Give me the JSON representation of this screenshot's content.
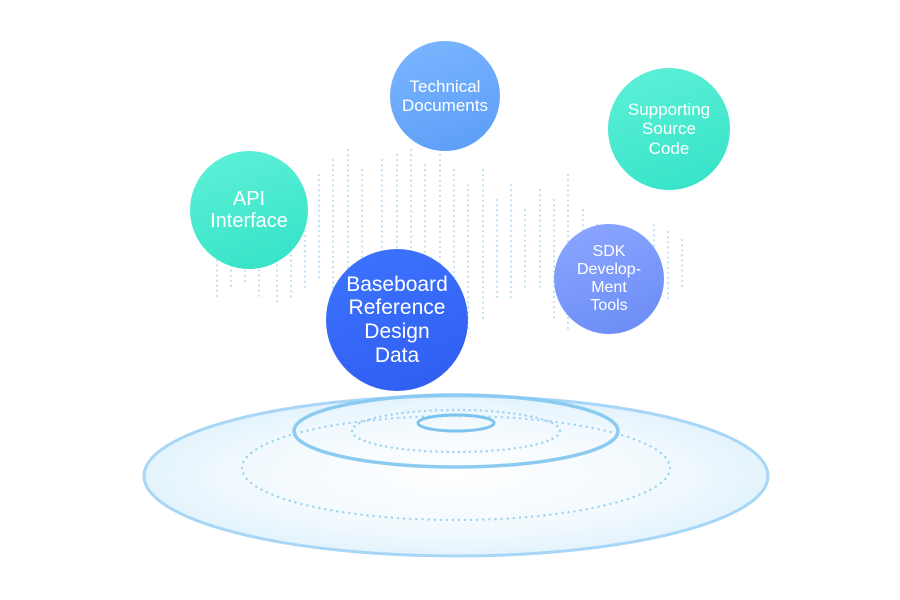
{
  "diagram": {
    "nodes": [
      {
        "id": "technical-documents",
        "label": "Technical\nDocuments",
        "color": "#6aa8fb"
      },
      {
        "id": "supporting-source-code",
        "label": "Supporting\nSource\nCode",
        "color": "#40e8cc"
      },
      {
        "id": "api-interface",
        "label": "API\nInterface",
        "color": "#40e8cc"
      },
      {
        "id": "baseboard-reference-design-data",
        "label": "Baseboard\nReference\nDesign\nData",
        "color": "#3466f6"
      },
      {
        "id": "sdk-development-tools",
        "label": "SDK\nDevelop-\nMent\nTools",
        "color": "#7a98fa"
      }
    ],
    "colors": {
      "ring": "#9cd0f5",
      "ring_inner": "#7cc4ee",
      "dots": "#9fd3f2",
      "platform_fill": "#eaf6fd"
    }
  }
}
